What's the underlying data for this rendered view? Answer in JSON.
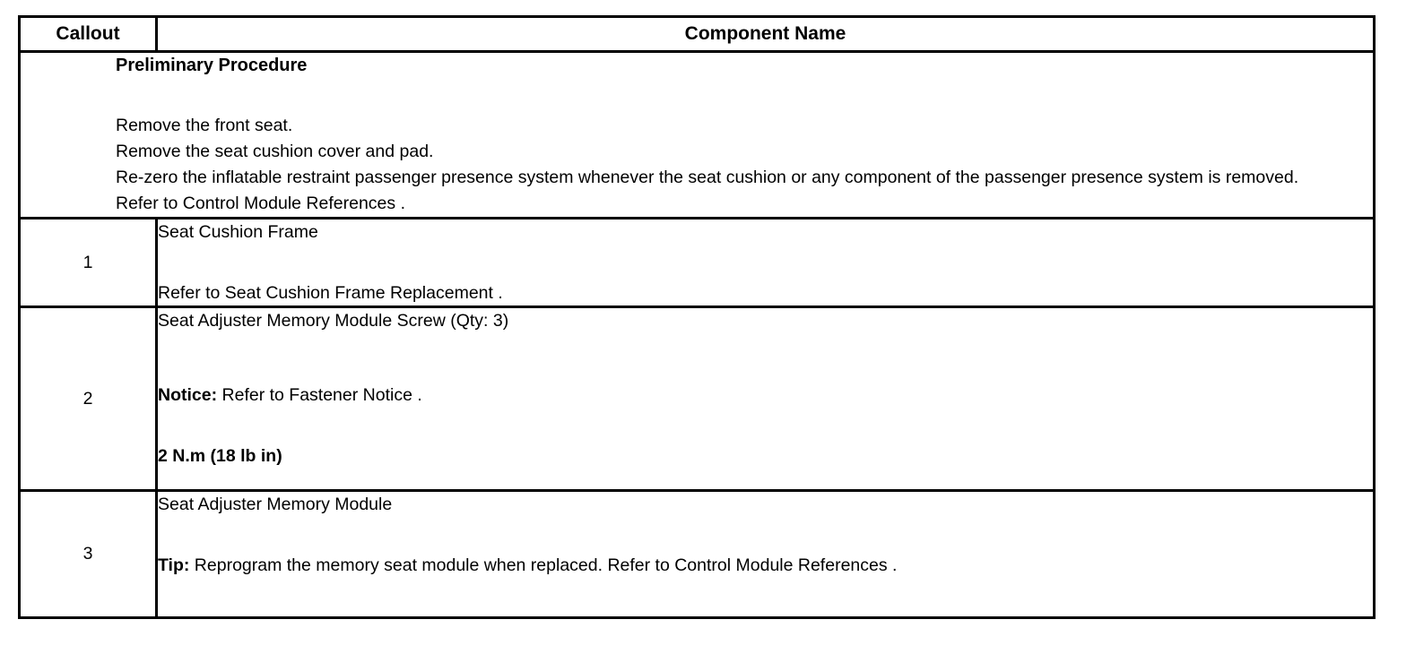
{
  "table": {
    "header": {
      "callout_label": "Callout",
      "component_label": "Component Name"
    },
    "preliminary": {
      "title": "Preliminary Procedure",
      "lines": [
        "Remove the front seat.",
        "Remove the seat cushion cover and pad.",
        "Re-zero the inflatable restraint passenger presence system whenever the seat cushion or any component of the passenger presence system is removed. Refer to Control Module References ."
      ]
    },
    "rows": [
      {
        "callout": "1",
        "name": "Seat Cushion Frame",
        "reference": "Refer to Seat Cushion Frame Replacement ."
      },
      {
        "callout": "2",
        "name": "Seat Adjuster Memory Module Screw (Qty: 3)",
        "notice_label": "Notice:",
        "notice_text": " Refer to Fastener Notice .",
        "torque": "2 N.m (18 lb in)"
      },
      {
        "callout": "3",
        "name": "Seat Adjuster Memory Module",
        "tip_label": "Tip:",
        "tip_text": " Reprogram the memory seat module when replaced. Refer to Control Module References ."
      }
    ]
  }
}
